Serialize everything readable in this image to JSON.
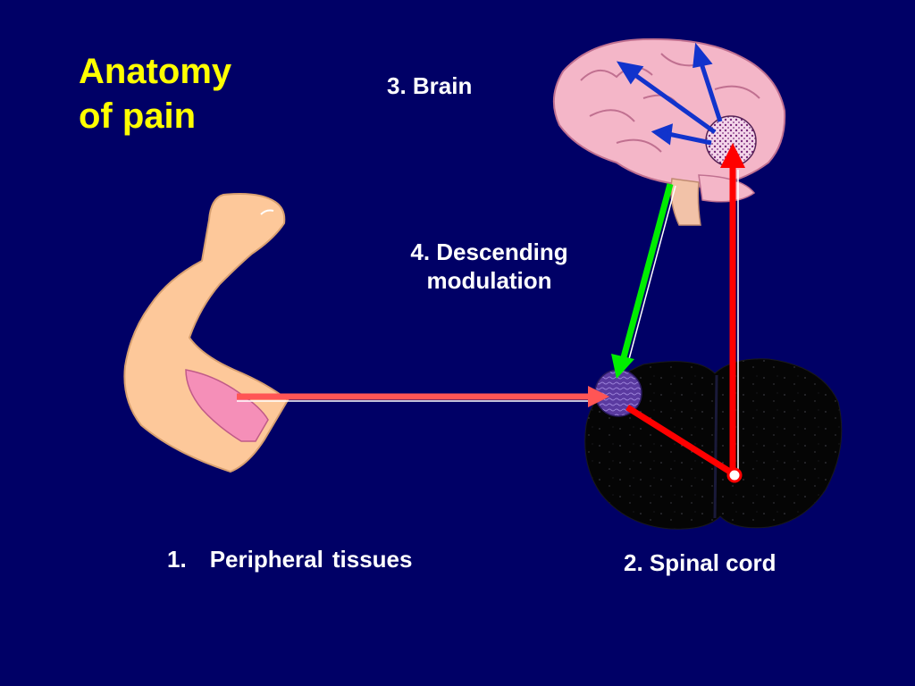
{
  "slide": {
    "background": "#000066",
    "title": {
      "line1": "Anatomy",
      "line2": "of pain",
      "color": "#ffff00"
    }
  },
  "labels": {
    "brain": "3. Brain",
    "descending_line1": "4. Descending",
    "descending_line2": "modulation",
    "peripheral_number": "1.",
    "peripheral_word1": "Peripheral",
    "peripheral_word2": "tissues",
    "spinal_cord": "2. Spinal cord"
  },
  "colors": {
    "ascending_pathway": "#ff0000",
    "peripheral_nerve": "#ff5555",
    "descending_pathway": "#00ee00",
    "cortical_projection": "#1133cc",
    "brain": "#f4b6c8",
    "arm": "#fdc89a",
    "muscle": "#f58fb8",
    "spinal_cord": "#050505"
  },
  "icons": [
    "arm-illustration",
    "brain-illustration",
    "spinal-cord-cross-section",
    "thalamus-node",
    "dorsal-horn-node"
  ]
}
